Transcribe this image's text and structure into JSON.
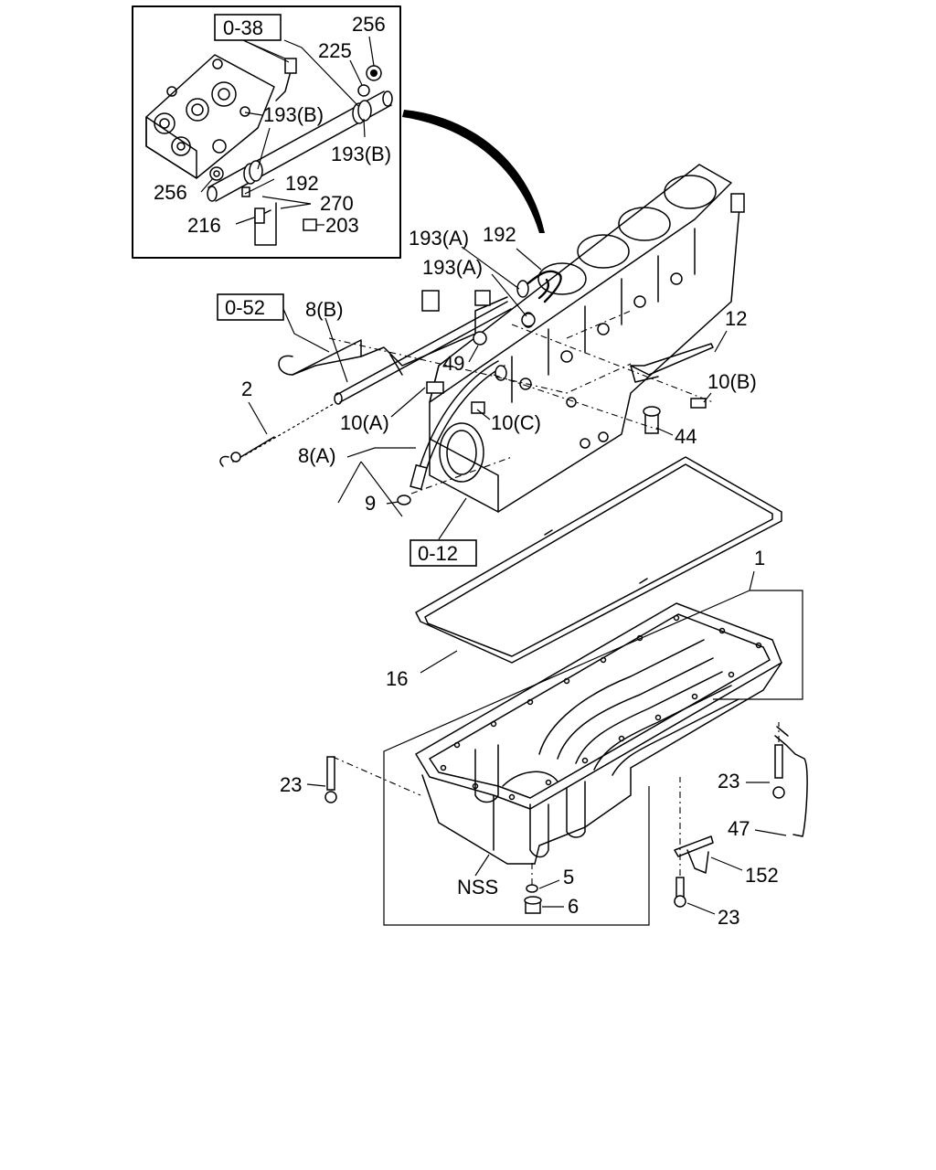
{
  "reference_codes": {
    "inset_head": "0-38",
    "block_side": "0-52",
    "block_front": "0-12"
  },
  "part_numbers": {
    "p256_top": "256",
    "p225": "225",
    "p193b_1": "193(B)",
    "p193b_2": "193(B)",
    "p192_inset": "192",
    "p256_left": "256",
    "p270": "270",
    "p216": "216",
    "p203": "203",
    "p193a_1": "193(A)",
    "p192_main": "192",
    "p193a_2": "193(A)",
    "p8b": "8(B)",
    "p12": "12",
    "p49": "49",
    "p10b": "10(B)",
    "p2": "2",
    "p10a": "10(A)",
    "p10c": "10(C)",
    "p44": "44",
    "p8a": "8(A)",
    "p9": "9",
    "p1": "1",
    "p16": "16",
    "p23_left": "23",
    "p23_right": "23",
    "p47": "47",
    "p152": "152",
    "pnss": "NSS",
    "p5": "5",
    "p6": "6",
    "p23_bottom": "23"
  },
  "colors": {
    "ink": "#000000",
    "paper": "#ffffff"
  }
}
